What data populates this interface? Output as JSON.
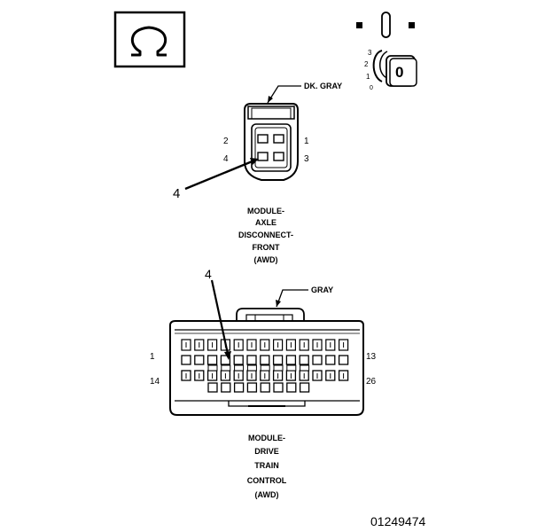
{
  "axle_connector": {
    "color": "DK. GRAY",
    "pins": {
      "p2": "2",
      "p1": "1",
      "p4": "4",
      "p3": "3"
    },
    "callout": "4",
    "caption": [
      "MODULE-",
      "AXLE",
      "DISCONNECT-",
      "FRONT",
      "(AWD)"
    ]
  },
  "drivetrain_connector": {
    "color": "GRAY",
    "pins": {
      "p1": "1",
      "p13": "13",
      "p14": "14",
      "p26": "26"
    },
    "callout": "4",
    "caption": [
      "MODULE-",
      "DRIVE",
      "TRAIN",
      "CONTROL",
      "(AWD)"
    ]
  },
  "ignition_key": {
    "labels": {
      "k3": "3",
      "k2": "2",
      "k1": "1",
      "k0": "0"
    },
    "lock_label": "0"
  },
  "icons": {
    "ohm": "ohmmeter-icon",
    "key": "ignition-key-icon"
  },
  "figure_id": "01249474"
}
